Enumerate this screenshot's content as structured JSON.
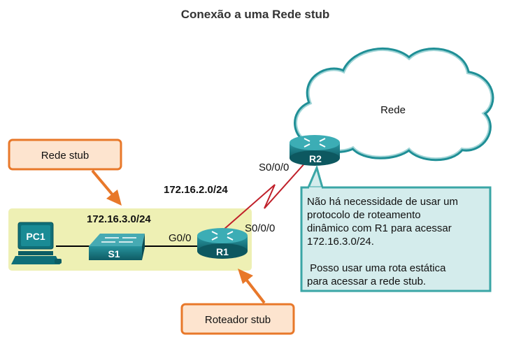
{
  "title": "Conexão a uma Rede stub",
  "cloud_label": "Rede",
  "devices": {
    "pc1": "PC1",
    "s1": "S1",
    "r1": "R1",
    "r2": "R2"
  },
  "networks": {
    "lan": "172.16.3.0/24",
    "wan": "172.16.2.0/24"
  },
  "interfaces": {
    "r1_g0": "G0/0",
    "r1_s0": "S0/0/0",
    "r2_s0": "S0/0/0"
  },
  "callouts": {
    "stub_network": "Rede stub",
    "stub_router": "Roteador stub"
  },
  "note": {
    "lines": [
      "Não há necessidade de usar um",
      "protocolo de roteamento",
      "dinâmico com R1 para acessar",
      "172.16.3.0/24.",
      "",
      " Posso usar uma rota estática",
      "para acessar a rede stub."
    ]
  },
  "colors": {
    "device_teal": "#1a7f8a",
    "callout_orange": "#e8782a",
    "callout_fill": "#fde4cf",
    "note_border": "#3aa6a6",
    "note_fill": "#d4ecec",
    "zone_fill": "#eef0b4",
    "serial_link": "#c0202a"
  }
}
